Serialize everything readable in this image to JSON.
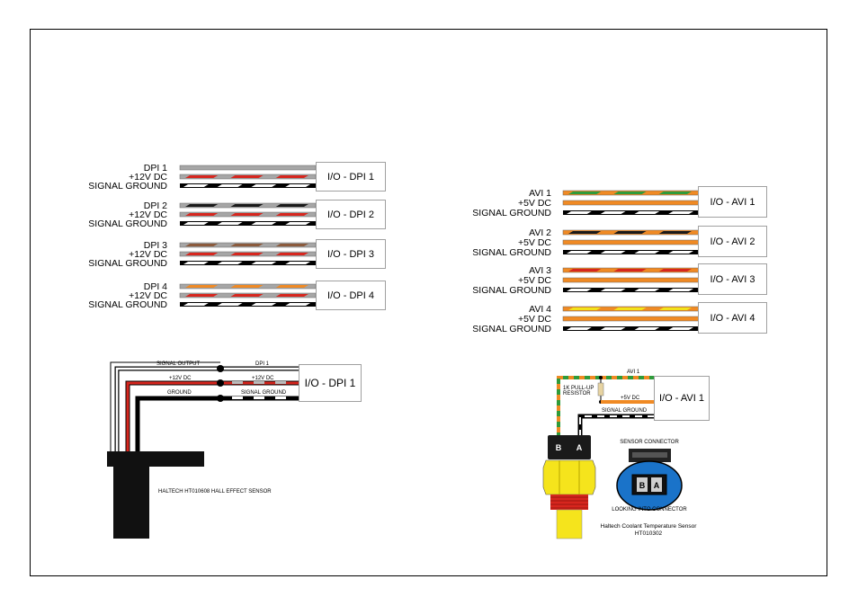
{
  "dpi_groups": [
    {
      "line1": "DPI 1",
      "line2": "+12V DC",
      "line3": "SIGNAL GROUND",
      "box": "I/O - DPI 1",
      "signal_color": "#a6a6a6"
    },
    {
      "line1": "DPI 2",
      "line2": "+12V DC",
      "line3": "SIGNAL GROUND",
      "box": "I/O - DPI 2",
      "signal_color": "#1a1a1a"
    },
    {
      "line1": "DPI 3",
      "line2": "+12V DC",
      "line3": "SIGNAL GROUND",
      "box": "I/O - DPI 3",
      "signal_color": "#8b5a3c"
    },
    {
      "line1": "DPI 4",
      "line2": "+12V DC",
      "line3": "SIGNAL GROUND",
      "box": "I/O - DPI 4",
      "signal_color": "#f08a24"
    }
  ],
  "avi_groups": [
    {
      "line1": "AVI 1",
      "line2": "+5V DC",
      "line3": "SIGNAL GROUND",
      "box": "I/O - AVI 1",
      "stripe_color": "#2e9b3a"
    },
    {
      "line1": "AVI 2",
      "line2": "+5V DC",
      "line3": "SIGNAL GROUND",
      "box": "I/O - AVI 2",
      "stripe_color": "#1a1a1a"
    },
    {
      "line1": "AVI 3",
      "line2": "+5V DC",
      "line3": "SIGNAL GROUND",
      "box": "I/O - AVI 3",
      "stripe_color": "#d7261e"
    },
    {
      "line1": "AVI 4",
      "line2": "+5V DC",
      "line3": "SIGNAL GROUND",
      "box": "I/O - AVI 4",
      "stripe_color": "#f2e21a"
    }
  ],
  "hall": {
    "signal_output": "SIGNAL OUTPUT",
    "dpi1": "DPI 1",
    "v12_left": "+12V DC",
    "v12_right": "+12V DC",
    "ground": "GROUND",
    "signal_ground": "SIGNAL GROUND",
    "box": "I/O - DPI 1",
    "sensor_label": "HALTECH HT010608 HALL EFFECT SENSOR"
  },
  "coolant": {
    "avi1": "AVI 1",
    "resistor": "1K PULL-UP\nRESISTOR",
    "v5": "+5V DC",
    "signal_ground": "SIGNAL GROUND",
    "box": "I/O - AVI 1",
    "pin_b": "B",
    "pin_a": "A",
    "connector_label": "SENSOR CONNECTOR",
    "looking_label": "LOOKING INTO CONNECTOR",
    "sensor_label_1": "Haltech Coolant Temperature Sensor",
    "sensor_label_2": "HT010302"
  },
  "colors": {
    "red": "#d7261e",
    "orange": "#f08a24",
    "grey": "#a6a6a6",
    "black": "#000000",
    "green": "#2e9b3a",
    "sensor_yellow": "#f5e41c",
    "connector_blue": "#1a73c9"
  }
}
